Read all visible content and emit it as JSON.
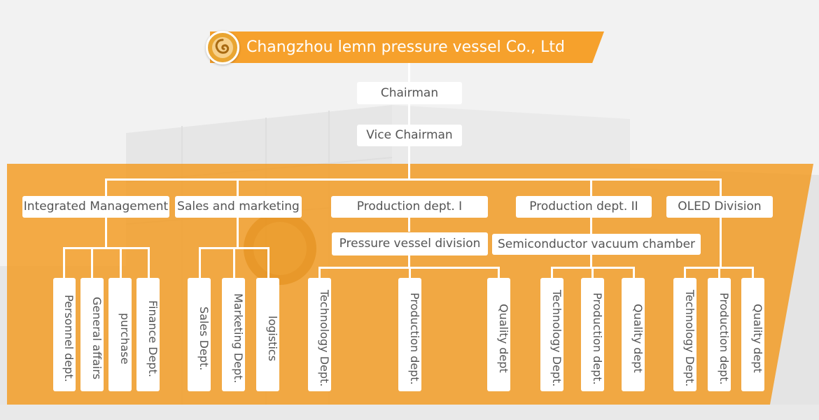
{
  "company": {
    "name": "Changzhou lemn pressure vessel Co., Ltd"
  },
  "colors": {
    "accent": "#f6a12c",
    "box_bg": "#ffffff",
    "text": "#555555"
  },
  "logo_icon": "lemn-logo-icon",
  "level1": {
    "chairman": "Chairman",
    "vice_chairman": "Vice Chairman"
  },
  "departments": {
    "integrated": "Integrated Management",
    "sales": "Sales and marketing",
    "prod1": "Production dept. I",
    "prod2": "Production dept. II",
    "oled": "OLED Division"
  },
  "divisions": {
    "pressure_vessel": "Pressure vessel division",
    "semiconductor": "Semiconductor vacuum chamber"
  },
  "sub_units": {
    "integrated": [
      "Personnel dept.",
      "General affairs",
      "purchase",
      "Finance Dept."
    ],
    "sales": [
      "Sales Dept.",
      "Marketing Dept.",
      "logistics"
    ],
    "prod1": [
      "Technology Dept.",
      "Production dept.",
      "Quality dept"
    ],
    "prod2": [
      "Technology Dept.",
      "Production dept.",
      "Quality dept"
    ],
    "oled": [
      "Technology Dept.",
      "Production dept.",
      "Quality dept"
    ]
  }
}
